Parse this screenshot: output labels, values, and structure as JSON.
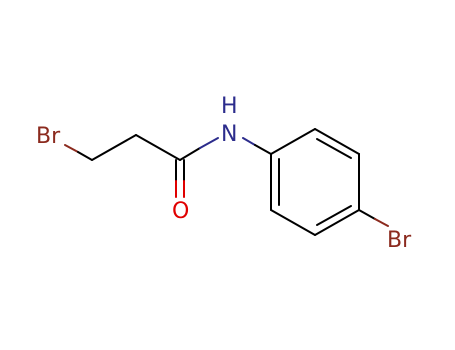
{
  "molecule": {
    "atoms": {
      "br_left": "Br",
      "nh_h": "H",
      "nh_n": "N",
      "o": "O",
      "br_right": "Br"
    }
  },
  "colors": {
    "bromine": "#8b2a1e",
    "nitrogen": "#2c2c8c",
    "oxygen": "#e00000",
    "carbon_bond": "#000000"
  }
}
